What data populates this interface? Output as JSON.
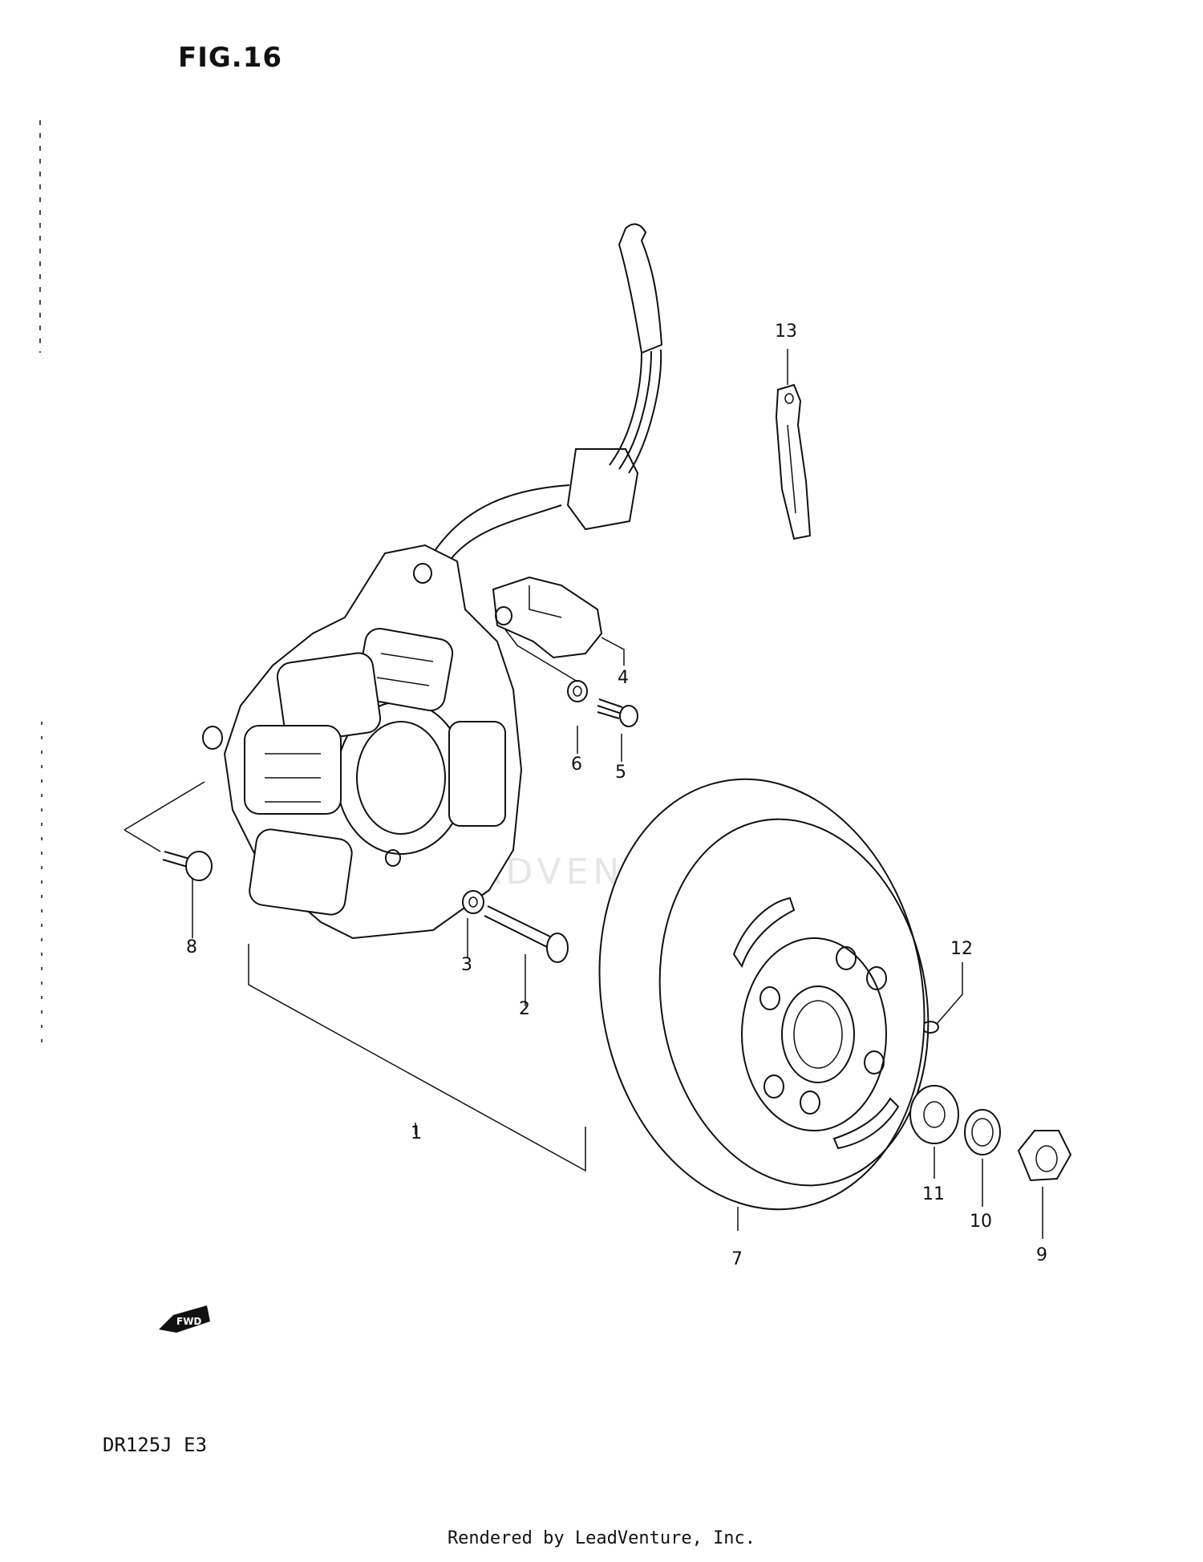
{
  "figure": {
    "title": "FIG.16"
  },
  "model": {
    "code": "DR125J  E3"
  },
  "footer": {
    "text": "Rendered by LeadVenture, Inc."
  },
  "watermark": {
    "text": "LEADVENTURE"
  },
  "direction_indicator": {
    "label": "FWD"
  },
  "callouts": [
    {
      "number": "1"
    },
    {
      "number": "2"
    },
    {
      "number": "3"
    },
    {
      "number": "4"
    },
    {
      "number": "5"
    },
    {
      "number": "6"
    },
    {
      "number": "7"
    },
    {
      "number": "8"
    },
    {
      "number": "9"
    },
    {
      "number": "10"
    },
    {
      "number": "11"
    },
    {
      "number": "12"
    },
    {
      "number": "13"
    }
  ]
}
